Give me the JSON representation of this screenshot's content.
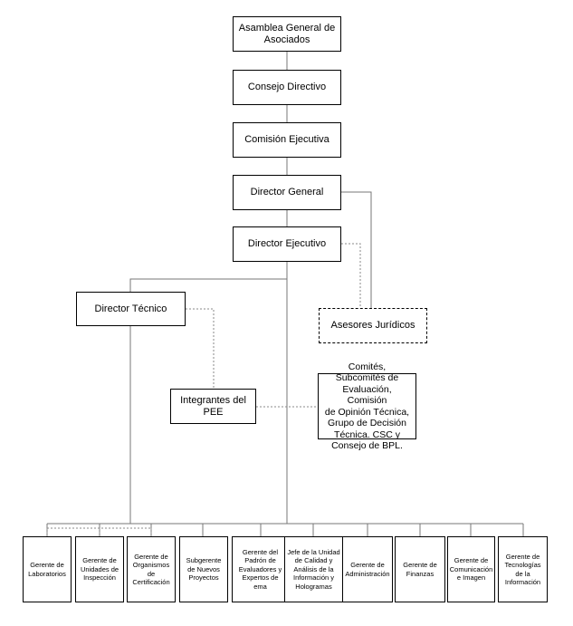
{
  "nodes": {
    "asamblea": "Asamblea General de\nAsociados",
    "consejo_directivo": "Consejo Directivo",
    "comision_ejecutiva": "Comisión  Ejecutiva",
    "director_general": "Director General",
    "director_ejecutivo": "Director Ejecutivo",
    "director_tecnico": "Director Técnico",
    "asesores_juridicos": "Asesores Jurídicos",
    "integrantes_pee": "Integrantes del PEE",
    "comites": "Comités, Subcomités de\nEvaluación, Comisión\nde Opinión Técnica,\nGrupo de Decisión\nTécnica. CSC  y\nConsejo de BPL."
  },
  "gerencias": [
    "Gerente de\nLaboratorios",
    "Gerente de\nUnidades de\nInspección",
    "Gerente de\nOrganismos\nde\nCertificación",
    "Subgerente\nde Nuevos\nProyectos",
    "Gerente del\nPadrón de\nEvaluadores y\nExpertos de\nema",
    "Jefe de la Unidad\nde Calidad y\nAnálisis de la\nInformación y\nHologramas",
    "Gerente de\nAdministración",
    "Gerente de\nFinanzas",
    "Gerente de\nComunicación\ne Imagen",
    "Gerente de\nTecnologías\nde la\nInformación"
  ]
}
